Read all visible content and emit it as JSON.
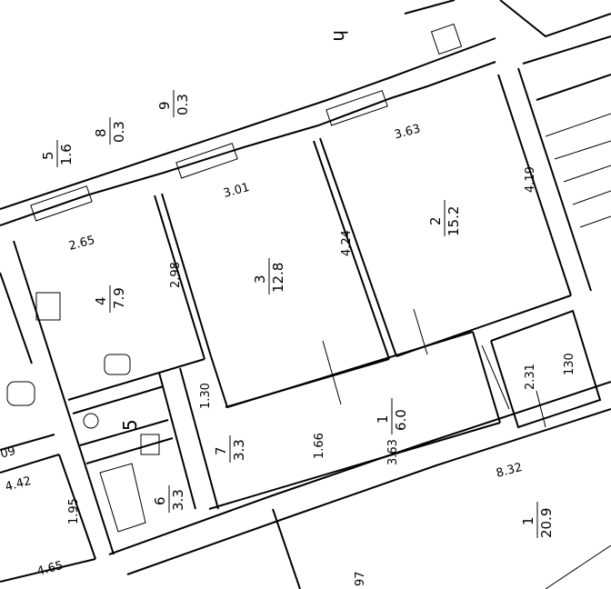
{
  "plan": {
    "corridor_mark": "h",
    "wall_lengths": {
      "w363": "3.63",
      "w301": "3.01",
      "w265": "2.65",
      "w298": "2.98",
      "w424": "4.24",
      "w419": "4.19",
      "w130": "1.30",
      "w231": "2.31",
      "w166": "1.66",
      "w832": "8.32",
      "w195": "1.95",
      "w442": "4.42",
      "w465": "4.65",
      "w209": "09",
      "w197": "97",
      "w130b": "130"
    },
    "rooms": [
      {
        "num": "2",
        "area": "15.2"
      },
      {
        "num": "3",
        "area": "12.8"
      },
      {
        "num": "4",
        "area": "7.9"
      },
      {
        "num": "1",
        "area": "6.0"
      },
      {
        "num": "5",
        "area": "1.6"
      },
      {
        "num": "7",
        "area": "3.3"
      },
      {
        "num": "6",
        "area": "3.3"
      },
      {
        "num": "5",
        "area": "1.6"
      },
      {
        "num": "8",
        "area": "0.3"
      },
      {
        "num": "9",
        "area": "0.3"
      },
      {
        "num": "1",
        "area": "20.9"
      }
    ],
    "room5_short": "5",
    "corridor_len": "3.63"
  }
}
